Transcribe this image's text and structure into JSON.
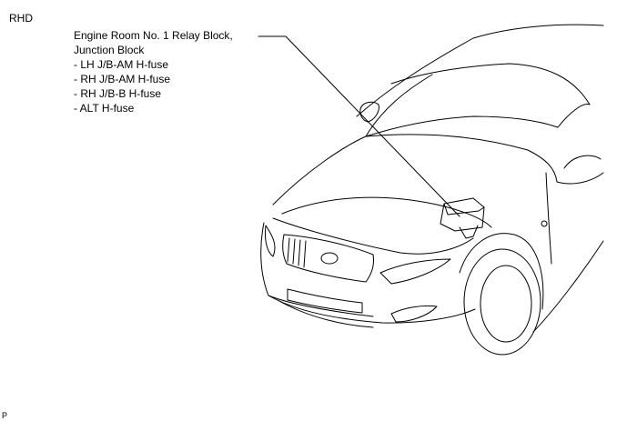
{
  "region_label": "RHD",
  "callout": {
    "lines": [
      "Engine Room No. 1 Relay Block,",
      "Junction Block",
      "- LH J/B-AM H-fuse",
      "- RH J/B-AM H-fuse",
      "- RH J/B-B H-fuse",
      "- ALT H-fuse"
    ]
  },
  "corner_code": "P"
}
